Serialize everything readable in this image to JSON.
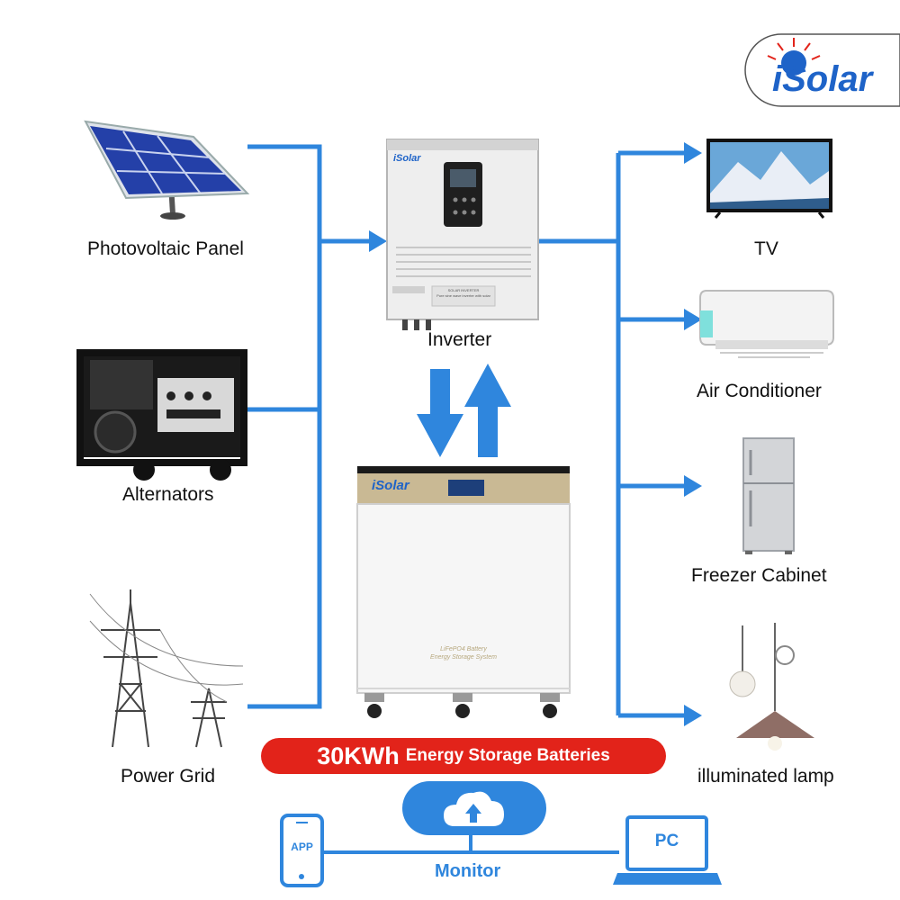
{
  "brand": {
    "logo_text": "iSolar",
    "logo_i": "i",
    "logo_rest": "Solar"
  },
  "sources": [
    {
      "label": "Photovoltaic Panel"
    },
    {
      "label": "Alternators"
    },
    {
      "label": "Power Grid"
    }
  ],
  "inverter": {
    "label": "Inverter",
    "brand": "iSolar",
    "plate_line1": "SOLAR INVERTER",
    "plate_line2": "Pure sine wave inverter with solar"
  },
  "battery": {
    "brand": "iSolar",
    "plate_line1": "LiFePO4 Battery",
    "plate_line2": "Energy Storage System"
  },
  "banner": {
    "capacity": "30KWh",
    "text": "Energy Storage Batteries"
  },
  "monitor": {
    "label": "Monitor",
    "app_label": "APP",
    "pc_label": "PC"
  },
  "loads": [
    {
      "label": "TV"
    },
    {
      "label": "Air Conditioner"
    },
    {
      "label": "Freezer Cabinet"
    },
    {
      "label": "illuminated lamp"
    }
  ],
  "colors": {
    "line_blue": "#2f86dd",
    "brand_blue": "#1e63c8",
    "brand_red": "#e2231a",
    "banner_red": "#e2231a",
    "monitor_blue": "#2f86dd"
  }
}
